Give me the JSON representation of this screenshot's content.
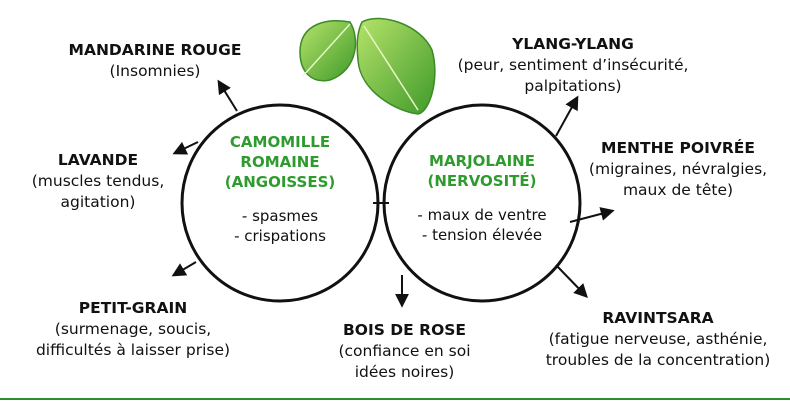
{
  "left_circle": {
    "title_lines": [
      "CAMOMILLE",
      "ROMAINE",
      "(ANGOISSES)"
    ],
    "points": [
      "- spasmes",
      "-  crispations"
    ]
  },
  "right_circle": {
    "title_lines": [
      "MARJOLAINE",
      "(NERVOSITÉ)"
    ],
    "points": [
      "- maux de ventre",
      "- tension élevée"
    ]
  },
  "labels": {
    "mandarine": {
      "title": "MANDARINE ROUGE",
      "desc": [
        "(Insomnies)"
      ]
    },
    "lavande": {
      "title": "LAVANDE",
      "desc": [
        "(muscles tendus,",
        "agitation)"
      ]
    },
    "petitgrain": {
      "title": "PETIT-GRAIN",
      "desc": [
        "(surmenage, soucis,",
        "difficultés à laisser prise)"
      ]
    },
    "boisderose": {
      "title": "BOIS DE ROSE",
      "desc": [
        "(confiance en soi",
        "idées noires)"
      ]
    },
    "ylang": {
      "title": "YLANG-YLANG",
      "desc": [
        "(peur, sentiment d’insécurité,",
        "palpitations)"
      ]
    },
    "menthe": {
      "title": "MENTHE POIVRÉE",
      "desc": [
        "(migraines, névralgies,",
        "maux de tête)"
      ]
    },
    "ravintsara": {
      "title": "RAVINTSARA",
      "desc": [
        "(fatigue nerveuse, asthénie,",
        "troubles de la concentration)"
      ]
    }
  },
  "colors": {
    "accent_green": "#2e9b2e",
    "leaf": "#7cc444",
    "bottom_rule": "#2e8b2e"
  },
  "icons": [
    "leaf-icon",
    "leaf-icon"
  ]
}
